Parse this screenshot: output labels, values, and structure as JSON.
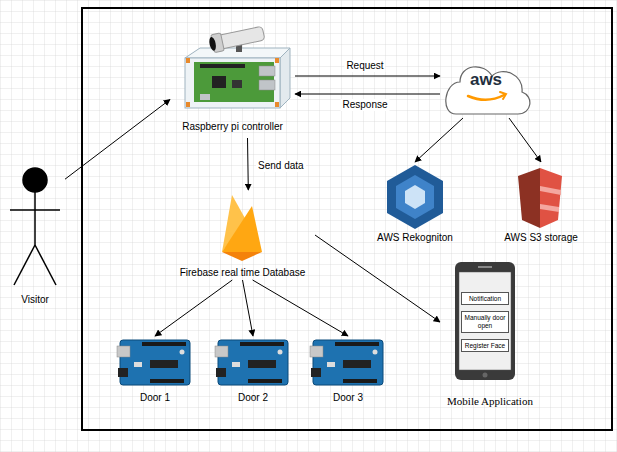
{
  "diagram": {
    "nodes": [
      {
        "text": [
          "Visitor"
        ]
      },
      {
        "text": [
          "Raspberry pi controller"
        ]
      },
      {
        "text": [
          "aws"
        ]
      },
      {
        "text": [
          "AWS Rekogniton"
        ]
      },
      {
        "text": [
          "AWS S3 storage"
        ]
      },
      {
        "text": [
          "Firebase real time Database"
        ]
      },
      {
        "text": [
          "Door 1"
        ]
      },
      {
        "text": [
          "Door 2"
        ]
      },
      {
        "text": [
          "Door 3"
        ]
      },
      {
        "text": [
          "Mobile Application"
        ]
      },
      {
        "text": [
          "Notification"
        ],
        "in": 9
      },
      {
        "text": [
          "Manually door open"
        ],
        "in": 9
      },
      {
        "text": [
          "Register Face"
        ],
        "in": 9
      }
    ],
    "edges": [
      {
        "from": 0,
        "to": 1,
        "arrow": "to"
      },
      {
        "from": 1,
        "to": 2,
        "label": "Request",
        "arrow": "to"
      },
      {
        "from": 2,
        "to": 1,
        "label": "Response",
        "arrow": "to"
      },
      {
        "from": 1,
        "to": 5,
        "label": "Send data",
        "arrow": "to"
      },
      {
        "from": 2,
        "to": 3,
        "arrow": "to"
      },
      {
        "from": 2,
        "to": 4,
        "arrow": "to"
      },
      {
        "from": 5,
        "to": 6,
        "arrow": "to"
      },
      {
        "from": 5,
        "to": 7,
        "arrow": "to"
      },
      {
        "from": 5,
        "to": 8,
        "arrow": "to"
      },
      {
        "from": 5,
        "to": 9,
        "arrow": "to"
      }
    ]
  }
}
